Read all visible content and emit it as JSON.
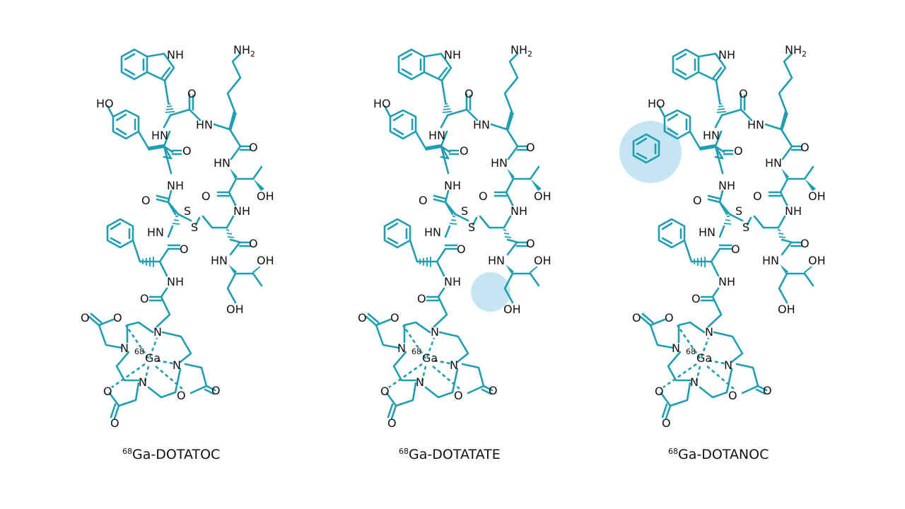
{
  "figure": {
    "colors": {
      "bond": "#1e9eb0",
      "highlight": "#c3e4f2",
      "text": "#111111",
      "background": "#ffffff"
    },
    "molecules": [
      {
        "name": "DOTATOC",
        "isotope": "68",
        "label_rest": "Ga-DOTATOC",
        "full_label": "68Ga-DOTATOC",
        "highlight": "none"
      },
      {
        "name": "DOTATATE",
        "isotope": "68",
        "label_rest": "Ga-DOTATATE",
        "full_label": "68Ga-DOTATATE",
        "highlight": "C-terminal carboxylic acid (threoninol replaced by threonine)"
      },
      {
        "name": "DOTANOC",
        "isotope": "68",
        "label_rest": "Ga-DOTANOC",
        "full_label": "68Ga-DOTANOC",
        "highlight": "naphthyl ring (tyrosine replaced by 1-naphthylalanine)"
      }
    ],
    "atom_labels": {
      "nh": "NH",
      "hn": "HN",
      "nh2_main": "NH",
      "nh2_sub": "2",
      "o": "O",
      "oh": "OH",
      "ho": "HO",
      "s": "S",
      "n": "N",
      "ga": "Ga",
      "ga_isotope": "68"
    }
  }
}
